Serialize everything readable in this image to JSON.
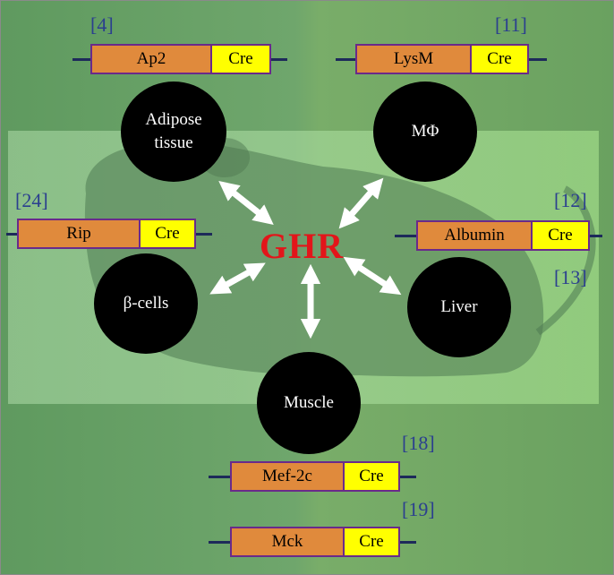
{
  "center_label": "GHR",
  "constructs": [
    {
      "promoter": "Ap2",
      "cre": "Cre",
      "ref": "[4]"
    },
    {
      "promoter": "LysM",
      "cre": "Cre",
      "ref": "[11]"
    },
    {
      "promoter": "Rip",
      "cre": "Cre",
      "ref": "[24]"
    },
    {
      "promoter": "Albumin",
      "cre": "Cre",
      "ref": "[12]"
    },
    {
      "promoter": "Mef-2c",
      "cre": "Cre",
      "ref": "[18]"
    },
    {
      "promoter": "Mck",
      "cre": "Cre",
      "ref": "[19]"
    }
  ],
  "extra_refs": [
    "[13]"
  ],
  "tissues": [
    "Adipose tissue",
    "MΦ",
    "β-cells",
    "Liver",
    "Muscle"
  ],
  "colors": {
    "promoter": "#e08a3c",
    "cre": "#ffff00",
    "border": "#6a2a8a",
    "ghr": "#e3151a",
    "ref": "#2b3f8f",
    "circle": "#000000",
    "arrow": "#ffffff"
  }
}
